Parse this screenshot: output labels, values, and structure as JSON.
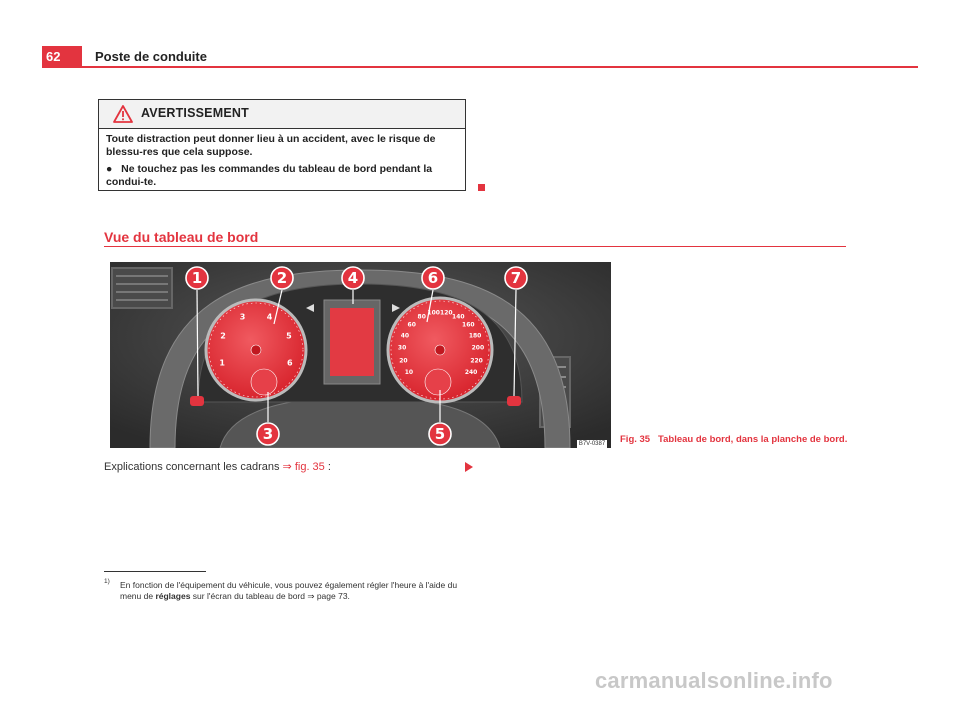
{
  "header": {
    "page_number": "62",
    "title": "Poste de conduite"
  },
  "warning": {
    "title": "AVERTISSEMENT",
    "text": "Toute distraction peut donner lieu à un accident, avec le risque de blessu-res que cela suppose.",
    "bullet_symbol": "●",
    "bullet_text": "Ne touchez pas les commandes du tableau de bord pendant la condui-te."
  },
  "section": {
    "title": "Vue du tableau de bord"
  },
  "figure": {
    "callouts": [
      "1",
      "2",
      "4",
      "6",
      "7",
      "3",
      "5"
    ],
    "tacho_labels": [
      "1",
      "2",
      "3",
      "4",
      "5",
      "6"
    ],
    "speedo_labels": [
      "10",
      "20",
      "30",
      "40",
      "60",
      "80",
      "100",
      "120",
      "140",
      "160",
      "180",
      "200",
      "220",
      "240"
    ],
    "code": "B7V-0387",
    "caption_number": "Fig. 35",
    "caption_text": "Tableau de bord, dans la planche de bord."
  },
  "body": {
    "explain_text": "Explications concernant les cadrans",
    "explain_ref": "⇒ fig. 35",
    "explain_suffix": " :"
  },
  "footnote": {
    "marker": "1)",
    "text_before": "En fonction de l'équipement du véhicule, vous pouvez également régler l'heure à l'aide du menu de ",
    "bold_word": "réglages",
    "text_after": " sur l'écran du tableau de bord ⇒ page 73."
  },
  "watermark": "carmanualsonline.info",
  "colors": {
    "accent": "#e3343f",
    "gauge_red": "#e8333c",
    "panel": "#3a3a3a"
  }
}
